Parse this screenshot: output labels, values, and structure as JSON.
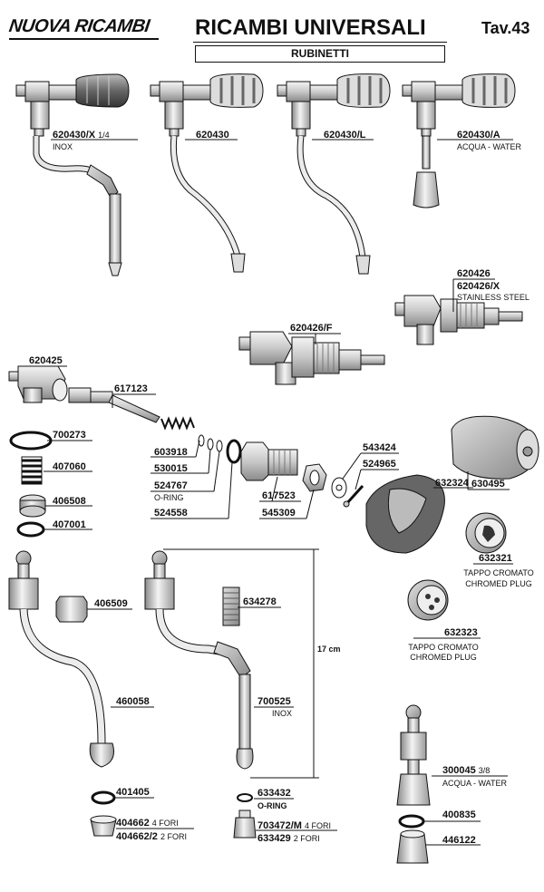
{
  "header": {
    "brand": "NUOVA RICAMBI",
    "title": "RICAMBI UNIVERSALI",
    "table": "Tav.43",
    "subtitle": "RUBINETTI"
  },
  "parts": {
    "p620430x": {
      "code": "620430/X",
      "size": "1/4",
      "note": "INOX"
    },
    "p620430": {
      "code": "620430"
    },
    "p620430l": {
      "code": "620430/L"
    },
    "p620430a": {
      "code": "620430/A",
      "note": "ACQUA - WATER"
    },
    "p620426": {
      "code": "620426"
    },
    "p620426x": {
      "code": "620426/X",
      "note": "STAINLESS STEEL"
    },
    "p620426f": {
      "code": "620426/F"
    },
    "p620425": {
      "code": "620425"
    },
    "p617123": {
      "code": "617123"
    },
    "p700273": {
      "code": "700273"
    },
    "p407060": {
      "code": "407060"
    },
    "p406508": {
      "code": "406508"
    },
    "p407001": {
      "code": "407001"
    },
    "p603918": {
      "code": "603918"
    },
    "p530015": {
      "code": "530015"
    },
    "p524767": {
      "code": "524767",
      "note": "O-RING"
    },
    "p524558": {
      "code": "524558"
    },
    "p617523": {
      "code": "617523"
    },
    "p545309": {
      "code": "545309"
    },
    "p543424": {
      "code": "543424"
    },
    "p524965": {
      "code": "524965"
    },
    "p632324": {
      "code": "632324"
    },
    "p630495": {
      "code": "630495"
    },
    "p632321": {
      "code": "632321",
      "note1": "TAPPO CROMATO",
      "note2": "CHROMED PLUG"
    },
    "p632323": {
      "code": "632323",
      "note1": "TAPPO CROMATO",
      "note2": "CHROMED PLUG"
    },
    "p406509": {
      "code": "406509"
    },
    "p634278": {
      "code": "634278"
    },
    "dim17": {
      "text": "17 cm"
    },
    "p460058": {
      "code": "460058"
    },
    "p700525": {
      "code": "700525",
      "note": "INOX"
    },
    "p401405": {
      "code": "401405"
    },
    "p633432": {
      "code": "633432",
      "note": "O-RING"
    },
    "p404662": {
      "code": "404662",
      "note": "4 FORI"
    },
    "p4046622": {
      "code": "404662/2",
      "note": "2 FORI"
    },
    "p703472m": {
      "code": "703472/M",
      "note": "4 FORI"
    },
    "p633429": {
      "code": "633429",
      "note": "2 FORI"
    },
    "p300045": {
      "code": "300045",
      "size": "3/8",
      "note": "ACQUA - WATER"
    },
    "p400835": {
      "code": "400835"
    },
    "p446122": {
      "code": "446122"
    }
  }
}
